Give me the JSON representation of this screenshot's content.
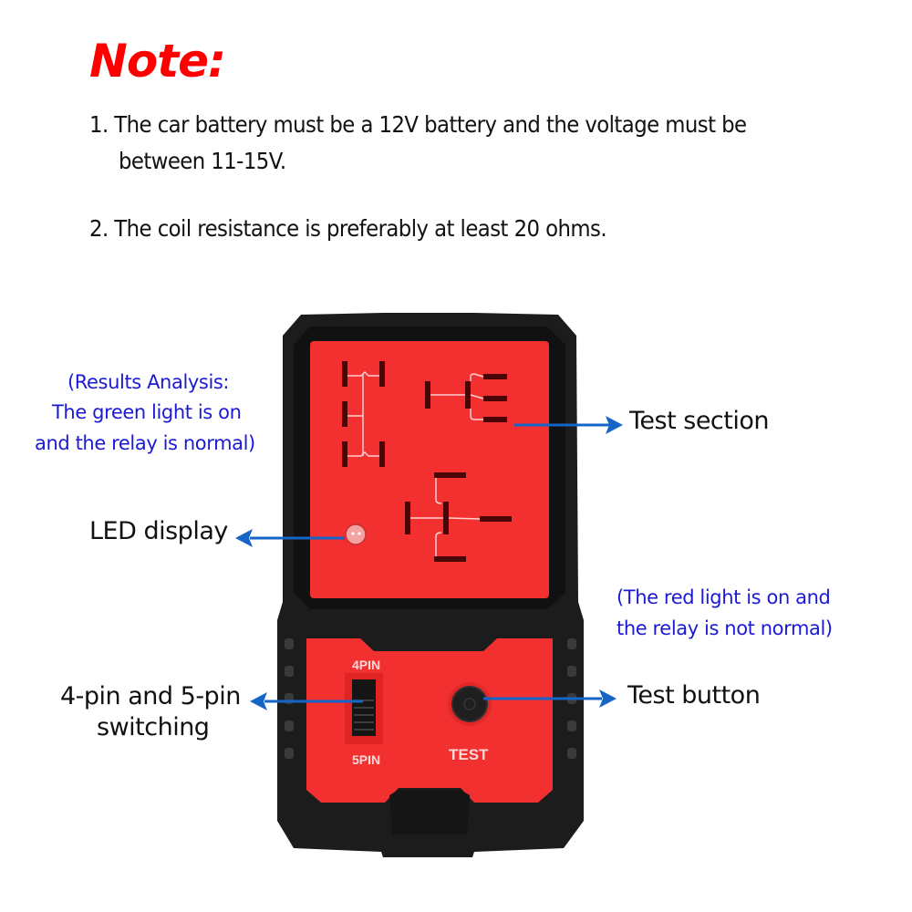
{
  "note": {
    "title": "Note:",
    "items": [
      {
        "line1": "1. The car battery must be a 12V battery and the voltage must be",
        "line2": "between 11-15V."
      },
      {
        "line1": "2. The coil resistance is preferably at least 20 ohms."
      }
    ]
  },
  "annotations": {
    "results_analysis": {
      "line1": "(Results Analysis:",
      "line2": "The green light is on",
      "line3": "and the relay is normal)"
    },
    "red_light": {
      "line1": "(The red light is on and",
      "line2": "the relay is not normal)"
    },
    "test_section": "Test section",
    "led_display": "LED display",
    "pin_switch": {
      "line1": "4-pin and 5-pin",
      "line2": "switching"
    },
    "test_button": "Test button"
  },
  "device": {
    "switch_top_label": "4PIN",
    "switch_bottom_label": "5PIN",
    "button_label": "TEST"
  },
  "colors": {
    "note_red": "#ff0000",
    "annotation_blue": "#1a1ad6",
    "arrow_blue": "#1565c8",
    "device_red": "#f02a2a",
    "device_black": "#1c1c1c"
  }
}
